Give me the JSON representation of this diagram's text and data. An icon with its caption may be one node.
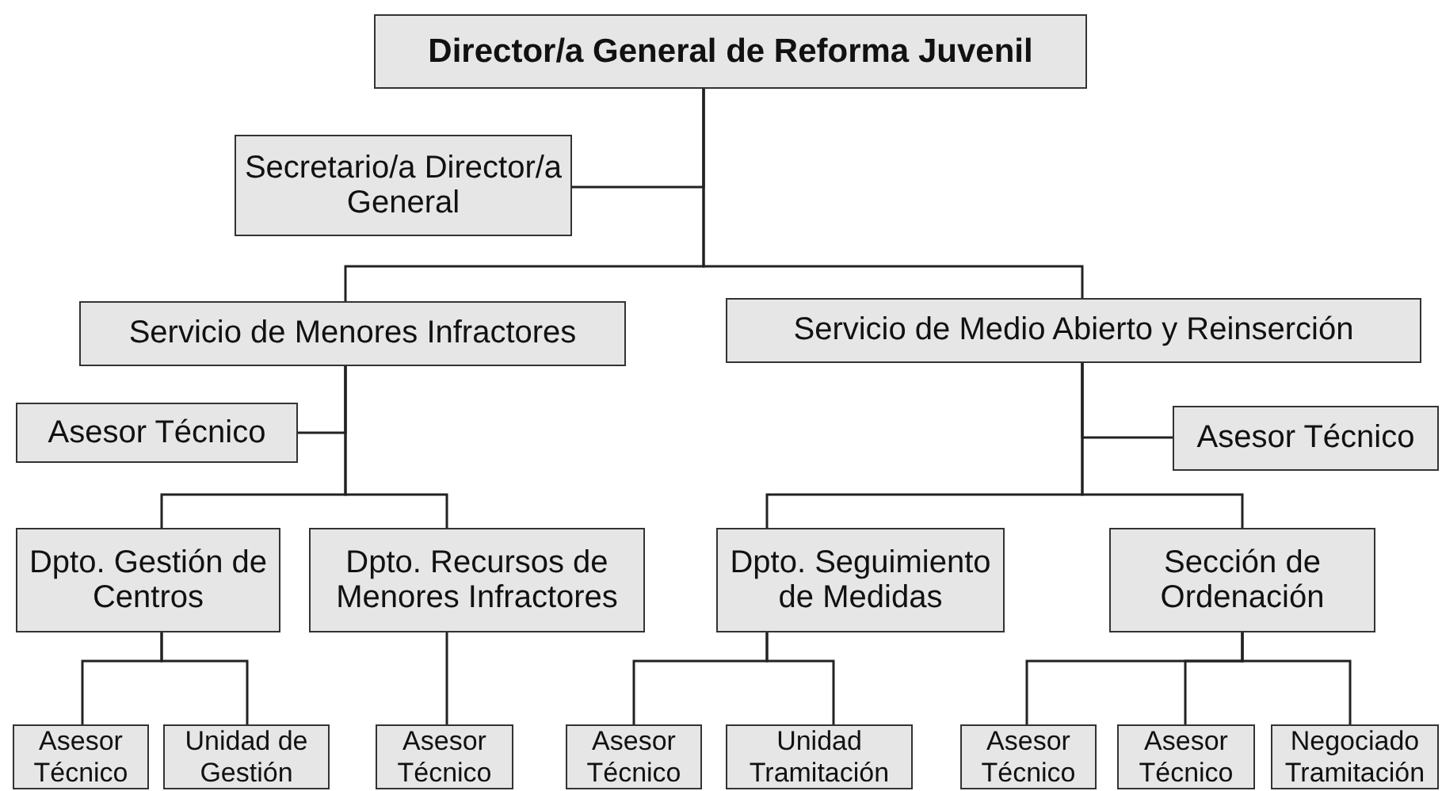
{
  "diagram": {
    "nodes": [
      {
        "text": [
          "Director/a General de Reforma Juvenil"
        ]
      },
      {
        "text": [
          "Secretario/a Director/a General"
        ]
      },
      {
        "text": [
          "Servicio de Menores Infractores"
        ]
      },
      {
        "text": [
          "Servicio de Medio Abierto y Reinserción"
        ]
      },
      {
        "text": [
          "Asesor Técnico"
        ]
      },
      {
        "text": [
          "Asesor Técnico"
        ]
      },
      {
        "text": [
          "Dpto. Gestión de Centros"
        ]
      },
      {
        "text": [
          "Dpto. Recursos de Menores Infractores"
        ]
      },
      {
        "text": [
          "Dpto. Seguimiento de Medidas"
        ]
      },
      {
        "text": [
          "Sección de Ordenación"
        ]
      },
      {
        "text": [
          "Asesor Técnico"
        ]
      },
      {
        "text": [
          "Unidad de Gestión"
        ]
      },
      {
        "text": [
          "Asesor Técnico"
        ]
      },
      {
        "text": [
          "Asesor Técnico"
        ]
      },
      {
        "text": [
          "Unidad Tramitación"
        ]
      },
      {
        "text": [
          "Asesor Técnico"
        ]
      },
      {
        "text": [
          "Asesor Técnico"
        ]
      },
      {
        "text": [
          "Negociado Tramitación"
        ]
      }
    ],
    "edges": [
      {
        "from": 0,
        "to": 1,
        "arrow": "none"
      },
      {
        "from": 0,
        "to": 2,
        "arrow": "none"
      },
      {
        "from": 0,
        "to": 3,
        "arrow": "none"
      },
      {
        "from": 2,
        "to": 4,
        "arrow": "none"
      },
      {
        "from": 3,
        "to": 5,
        "arrow": "none"
      },
      {
        "from": 2,
        "to": 6,
        "arrow": "none"
      },
      {
        "from": 2,
        "to": 7,
        "arrow": "none"
      },
      {
        "from": 3,
        "to": 8,
        "arrow": "none"
      },
      {
        "from": 3,
        "to": 9,
        "arrow": "none"
      },
      {
        "from": 6,
        "to": 10,
        "arrow": "none"
      },
      {
        "from": 6,
        "to": 11,
        "arrow": "none"
      },
      {
        "from": 7,
        "to": 12,
        "arrow": "none"
      },
      {
        "from": 8,
        "to": 13,
        "arrow": "none"
      },
      {
        "from": 8,
        "to": 14,
        "arrow": "none"
      },
      {
        "from": 9,
        "to": 15,
        "arrow": "none"
      },
      {
        "from": 9,
        "to": 16,
        "arrow": "none"
      },
      {
        "from": 9,
        "to": 17,
        "arrow": "none"
      }
    ]
  }
}
